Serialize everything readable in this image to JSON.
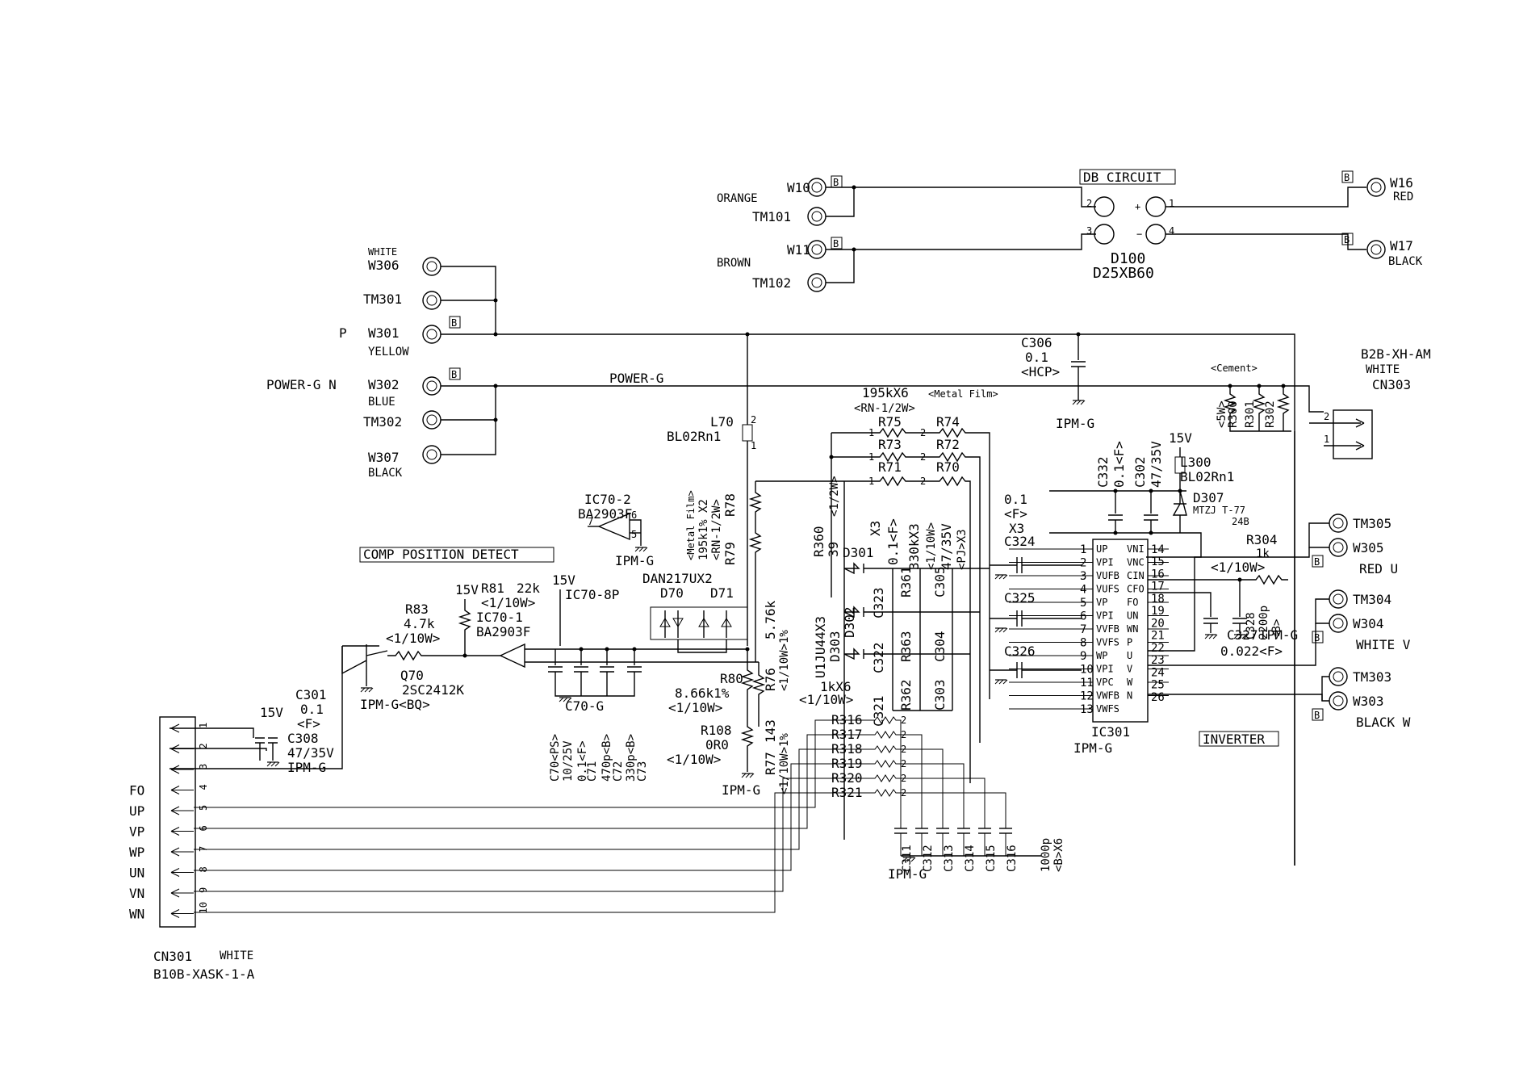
{
  "colors": {
    "ink": "#000000",
    "paper": "#ffffff"
  },
  "boxes": {
    "db_circuit": "DB CIRCUIT",
    "comp_position": "COMP POSITION DETECT",
    "inverter": "INVERTER"
  },
  "db_terminals": {
    "w10": "W10",
    "tm101": "TM101",
    "w11": "W11",
    "tm102": "TM102",
    "orange": "ORANGE",
    "brown": "BROWN",
    "w16": "W16",
    "red": "RED",
    "w17": "W17",
    "black": "BLACK",
    "b_tag": "B"
  },
  "d100": {
    "ref": "D100",
    "part": "D25XB60",
    "pins": [
      "2",
      "3",
      "+",
      "1",
      "−",
      "4"
    ]
  },
  "left_terminals": {
    "white": "WHITE",
    "w306": "W306",
    "tm301": "TM301",
    "p": "P",
    "w301": "W301",
    "yellow": "YELLOW",
    "power_g_n": "POWER-G N",
    "w302": "W302",
    "blue": "BLUE",
    "tm302": "TM302",
    "w307": "W307",
    "black": "BLACK"
  },
  "net_labels": {
    "power_g": "POWER-G",
    "ipm_g": "IPM-G",
    "v15": "15V"
  },
  "c306": {
    "ref": "C306",
    "value": "0.1",
    "type": "<HCP>"
  },
  "cn303": {
    "type": "B2B-XH-AM",
    "color": "WHITE",
    "ref": "CN303"
  },
  "cement": "<Cement>",
  "r300": {
    "power": "<5W>",
    "ref": "R300"
  },
  "r301": "R301",
  "r302": "R302",
  "r_network": {
    "value": "195kX6",
    "type": "<Metal Film>",
    "rating": "<RN-1/2W>"
  },
  "resistors_top": [
    "R75",
    "R74",
    "R73",
    "R72",
    "R71",
    "R70"
  ],
  "l70": {
    "ref": "L70",
    "part": "BL02Rn1"
  },
  "r78": {
    "type": "<Metal Film>",
    "value": "195k1% X2",
    "rating": "<RN-1/2W>",
    "ref": "R78",
    "ref2": "R79"
  },
  "r360": {
    "ref": "R360",
    "value": "39",
    "rating": "<1/2W>"
  },
  "x3": "X3",
  "c323": {
    "ref": "C323",
    "value": "0.1<F>"
  },
  "c_330k": {
    "value": "330kX3",
    "rating": "<1/10W>"
  },
  "c_47": {
    "value": "47/35V",
    "type": "<PJ>X3"
  },
  "c332": {
    "ref": "C332",
    "value": "0.1<F>"
  },
  "c302": {
    "ref": "C302",
    "value": "47/35V"
  },
  "l300": {
    "v": "15V",
    "ref": "L300",
    "part": "BL02Rn1"
  },
  "d307": {
    "ref": "D307",
    "part": "MTZJ T-77",
    "sub": "24B"
  },
  "c324": {
    "value": "0.1",
    "type": "<F>",
    "mult": "X3",
    "ref": "C324"
  },
  "c325": "C325",
  "c326": "C326",
  "ic301": {
    "ref": "IC301",
    "gnd": "IPM-G",
    "left_pins": [
      "UP",
      "VPI",
      "VUFB",
      "VUFS",
      "VP",
      "VPI",
      "VVFB",
      "VVFS",
      "WP",
      "VPI",
      "VPC",
      "VWFB",
      "VWFS"
    ],
    "left_nums": [
      "1",
      "2",
      "3",
      "4",
      "5",
      "6",
      "7",
      "8",
      "9",
      "10",
      "11",
      "12",
      "13"
    ],
    "right_pins": [
      "VNI",
      "VNC",
      "CIN",
      "CFO",
      "FO",
      "UN",
      "WN",
      "P",
      "U",
      "V",
      "W",
      "N"
    ],
    "right_nums": [
      "14",
      "15",
      "16",
      "17",
      "18",
      "19",
      "20",
      "21",
      "22",
      "23",
      "24",
      "25",
      "26"
    ]
  },
  "r304": {
    "ref": "R304",
    "value": "1k",
    "rating": "<1/10W>"
  },
  "c328": {
    "ref": "C328",
    "value": "2200p",
    "type": "<B>"
  },
  "c327": {
    "ref": "C327",
    "value": "0.022<F>"
  },
  "outputs": {
    "tm305": "TM305",
    "w305": "W305",
    "red_u": "RED   U",
    "tm304": "TM304",
    "w304": "W304",
    "white_v": "WHITE V",
    "tm303": "TM303",
    "w303": "W303",
    "black_w": "BLACK W"
  },
  "ic70_2": {
    "ref": "IC70-2",
    "part": "BA2903F",
    "pins": [
      "7",
      "6",
      "5"
    ]
  },
  "dan217": {
    "part": "DAN217UX2",
    "d70": "D70",
    "d71": "D71"
  },
  "r81": {
    "ref": "R81",
    "value": "22k",
    "rating": "<1/10W>"
  },
  "ic70_8p": "IC70-8P",
  "r83": {
    "ref": "R83",
    "value": "4.7k",
    "rating": "<1/10W>"
  },
  "ic70_1": {
    "ref": "IC70-1",
    "part": "BA2903F"
  },
  "q70": {
    "ref": "Q70",
    "part": "2SC2412K",
    "gnd": "IPM-G<BQ>"
  },
  "c70_g": "C70-G",
  "c70": {
    "ref": "C70<PS>",
    "value": "10/25V"
  },
  "c71": {
    "ref": "C71",
    "value": "0.1<F>"
  },
  "c72": {
    "ref": "C72",
    "value": "470p<B>"
  },
  "c73": {
    "ref": "C73",
    "value": "330p<B>"
  },
  "r80": {
    "ref": "R80",
    "value": "8.66k1%",
    "rating": "<1/10W>"
  },
  "r108": {
    "ref": "R108",
    "value": "0R0",
    "rating": "<1/10W>"
  },
  "r76": {
    "ref": "R76",
    "value": "5.76k",
    "rating": "<1/10W>1%"
  },
  "r77": {
    "ref": "R77",
    "value": "143",
    "rating": "<1/10W>1%"
  },
  "d301": "D301",
  "d302": "D302",
  "d303": "D303",
  "u1": "U1JU44X3",
  "c322": "C322",
  "c321": "C321",
  "r361": "R361",
  "r363": "R363",
  "r362": "R362",
  "c305": "C305",
  "c304": "C304",
  "c303": "C303",
  "r316_block": {
    "value": "1kX6",
    "rating": "<1/10W>"
  },
  "r316s": [
    "R316",
    "R317",
    "R318",
    "R319",
    "R320",
    "R321"
  ],
  "c311s": [
    "C311",
    "C312",
    "C313",
    "C314",
    "C315",
    "C316"
  ],
  "c311_value": {
    "value": "1000p",
    "type": "<B>X6"
  },
  "c301": {
    "ref": "C301",
    "value": "0.1",
    "type": "<F>"
  },
  "c308": {
    "v": "15V",
    "ref": "C308",
    "value": "47/35V"
  },
  "cn301": {
    "ref": "CN301",
    "color": "WHITE",
    "part": "B10B-XASK-1-A",
    "signals": [
      "FO",
      "UP",
      "VP",
      "WP",
      "UN",
      "VN",
      "WN"
    ],
    "pin_nums": [
      "1",
      "2",
      "3",
      "4",
      "5",
      "6",
      "7",
      "8",
      "9",
      "10"
    ]
  }
}
